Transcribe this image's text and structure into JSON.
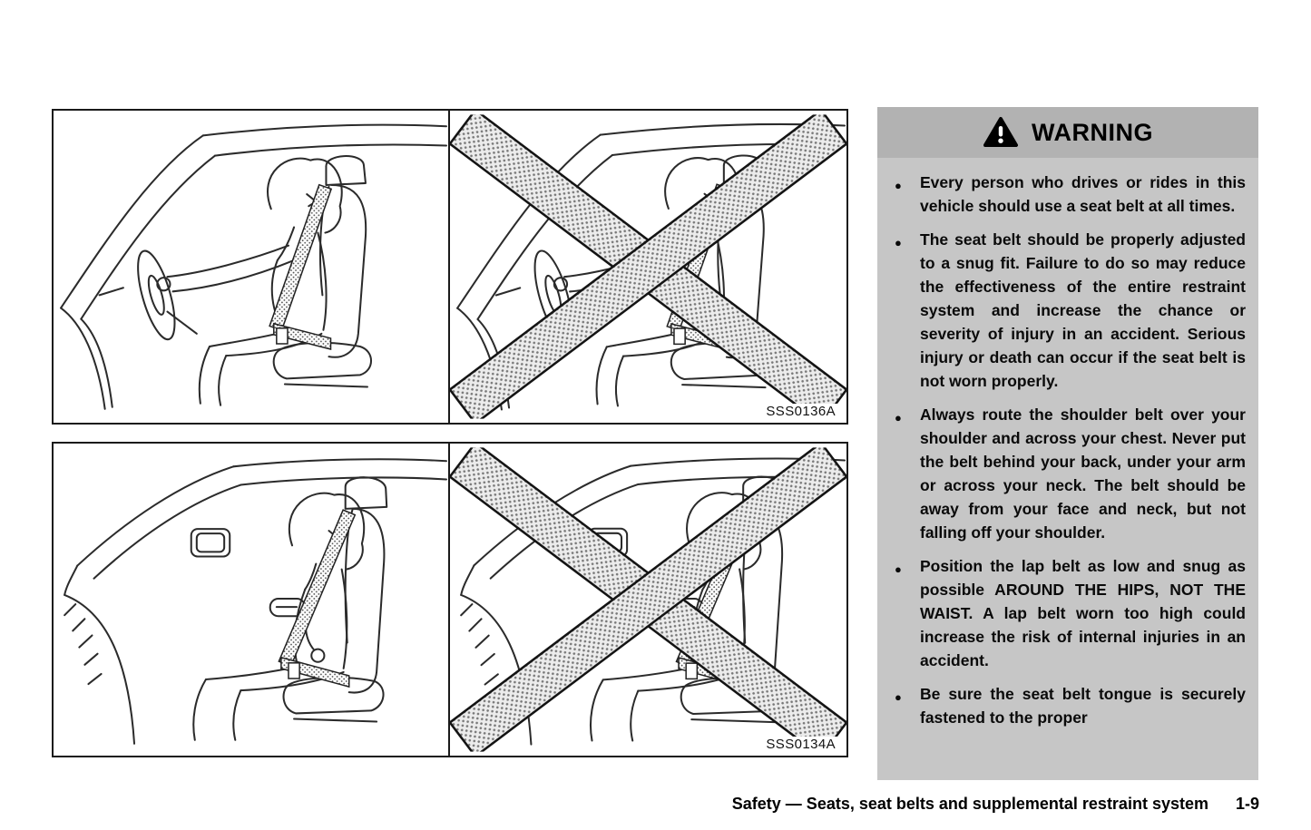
{
  "figures": {
    "top": {
      "label": "SSS0136A"
    },
    "bottom": {
      "label": "SSS0134A"
    }
  },
  "warning": {
    "title": "WARNING",
    "bullets": [
      "Every person who drives or rides in this vehicle should use a seat belt at all times.",
      "The seat belt should be properly adjusted to a snug fit. Failure to do so may reduce the effectiveness of the entire restraint system and increase the chance or severity of injury in an accident. Serious injury or death can occur if the seat belt is not worn properly.",
      "Always route the shoulder belt over your shoulder and across your chest. Never put the belt behind your back, under your arm or across your neck. The belt should be away from your face and neck, but not falling off your shoulder.",
      "Position the lap belt as low and snug as possible AROUND THE HIPS, NOT THE WAIST. A lap belt worn too high could increase the risk of internal injuries in an accident.",
      "Be sure the seat belt tongue is securely fastened to the proper"
    ]
  },
  "footer": {
    "text": "Safety — Seats, seat belts and supplemental restraint system",
    "page_number": "1-9"
  }
}
